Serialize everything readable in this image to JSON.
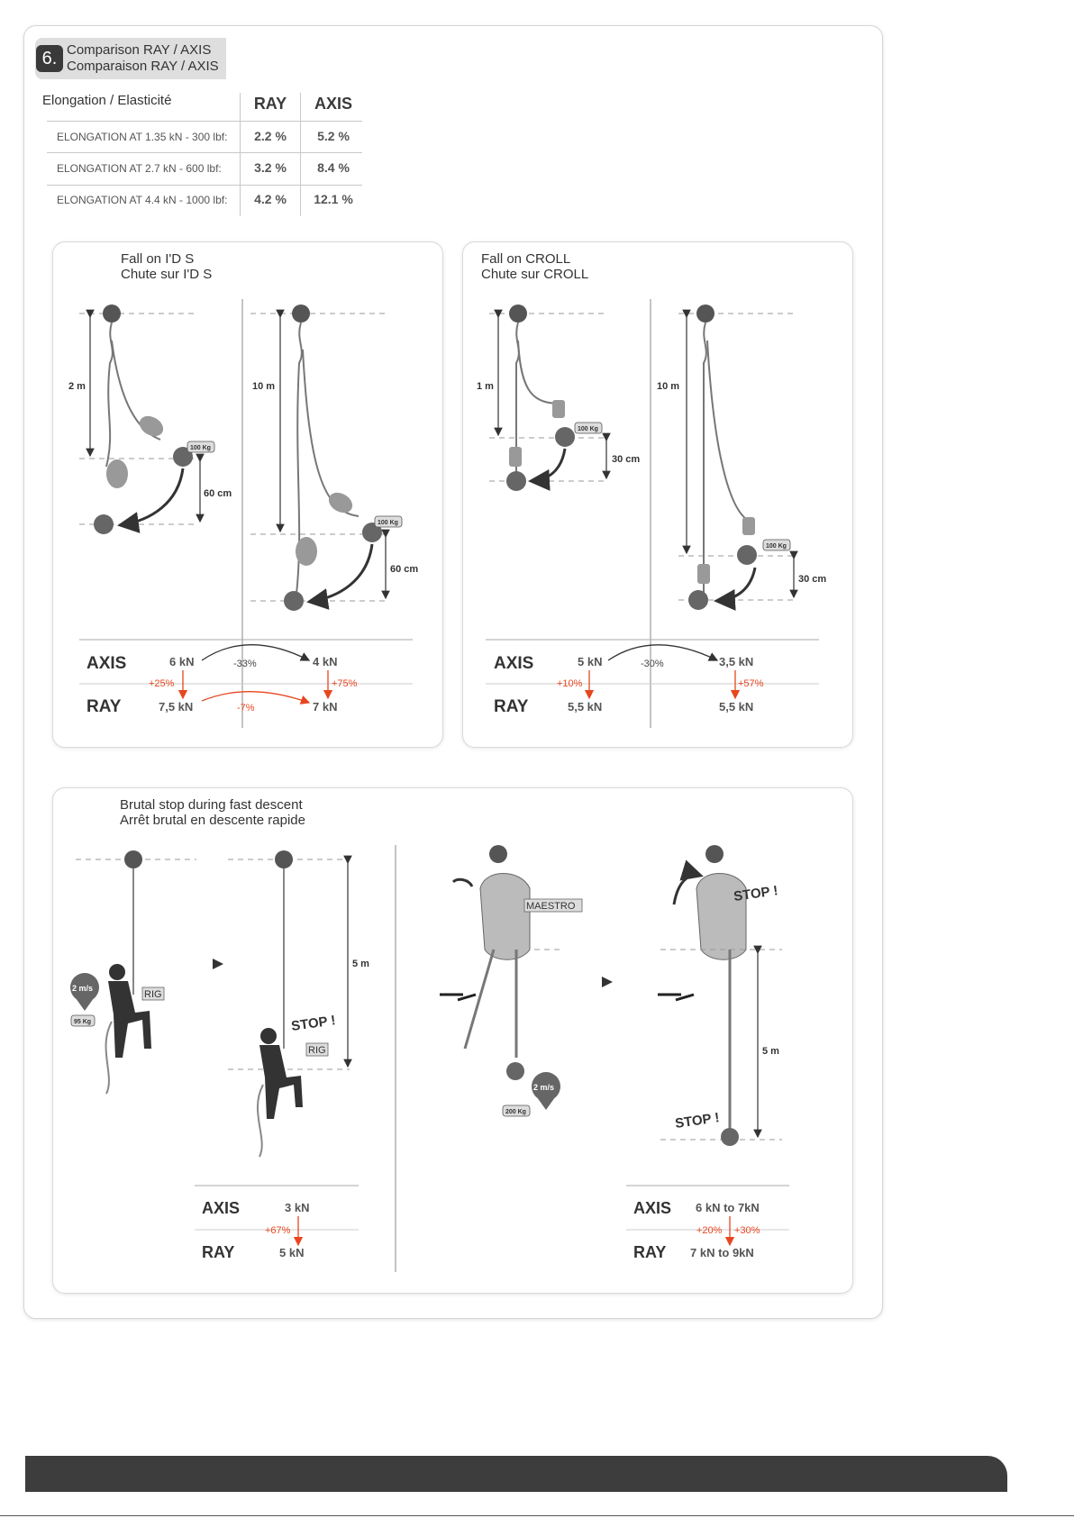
{
  "section": {
    "number": "6.",
    "title_en": "Comparison RAY / AXIS",
    "title_fr": "Comparaison RAY / AXIS"
  },
  "elongation_table": {
    "title": "Elongation / Elasticité",
    "columns": [
      "RAY",
      "AXIS"
    ],
    "rows": [
      {
        "label": "ELONGATION AT 1.35 kN - 300 lbf:",
        "ray": "2.2 %",
        "axis": "5.2 %"
      },
      {
        "label": "ELONGATION AT 2.7 kN - 600 lbf:",
        "ray": "3.2 %",
        "axis": "8.4 %"
      },
      {
        "label": "ELONGATION AT 4.4 kN - 1000 lbf:",
        "ray": "4.2 %",
        "axis": "12.1 %"
      }
    ]
  },
  "ids_panel": {
    "title_en": "Fall on I'D S",
    "title_fr": "Chute sur I'D S",
    "left": {
      "height": "2 m",
      "drop": "60 cm",
      "mass": "100 Kg"
    },
    "right": {
      "height": "10 m",
      "drop": "60 cm",
      "mass": "100 Kg"
    },
    "axis_label": "AXIS",
    "ray_label": "RAY",
    "axis_left": "6 kN",
    "axis_right": "4 kN",
    "axis_change": "-33%",
    "ray_left": "7,5 kN",
    "ray_right": "7 kN",
    "ray_change": "-7%",
    "left_delta": "+25%",
    "right_delta": "+75%"
  },
  "croll_panel": {
    "title_en": "Fall on CROLL",
    "title_fr": "Chute sur CROLL",
    "left": {
      "height": "1 m",
      "drop": "30 cm",
      "mass": "100 Kg"
    },
    "right": {
      "height": "10 m",
      "drop": "30 cm",
      "mass": "100 Kg"
    },
    "axis_label": "AXIS",
    "ray_label": "RAY",
    "axis_left": "5 kN",
    "axis_right": "3,5 kN",
    "axis_change": "-30%",
    "ray_left": "5,5 kN",
    "ray_right": "5,5 kN",
    "left_delta": "+10%",
    "right_delta": "+57%"
  },
  "brutal_panel": {
    "title_en": "Brutal stop during fast descent",
    "title_fr": "Arrêt brutal en descente rapide",
    "rig_label": "RIG",
    "maestro_label": "MAESTRO",
    "stop_label": "STOP !",
    "speed": "2 m/s",
    "mass_rig": "95 Kg",
    "mass_maestro": "200 Kg",
    "height_rig": "5 m",
    "height_maestro": "5 m",
    "axis_label": "AXIS",
    "ray_label": "RAY",
    "rig_axis": "3 kN",
    "rig_ray": "5 kN",
    "rig_delta": "+67%",
    "maestro_axis": "6 kN to 7kN",
    "maestro_ray": "7 kN to 9kN",
    "maestro_delta_1": "+20%",
    "maestro_delta_2": "+30%"
  },
  "colors": {
    "accent": "#e8461e",
    "dark": "#3d3d3d",
    "figure": "#555555"
  }
}
